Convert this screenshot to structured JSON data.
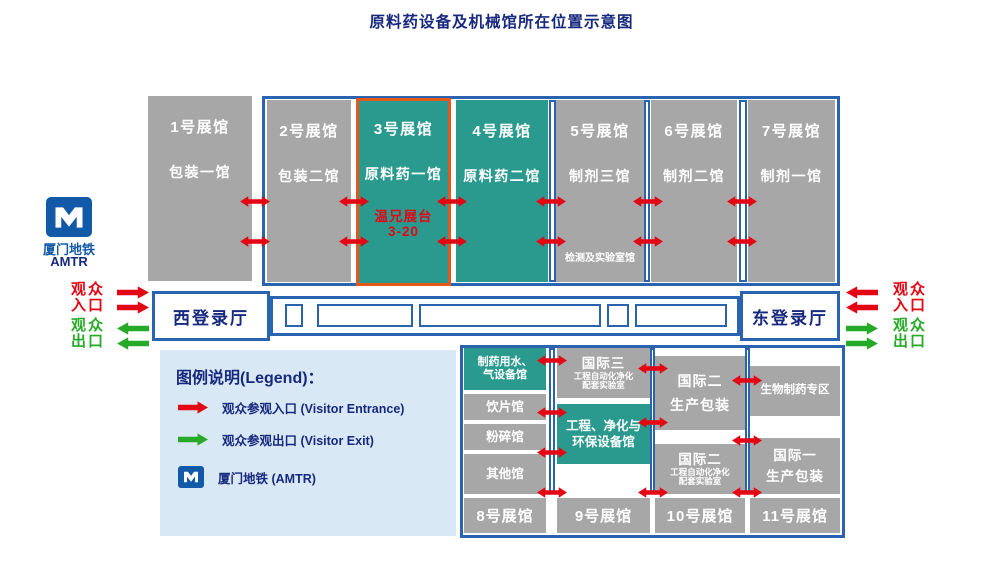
{
  "title": "原料药设备及机械馆所在位置示意图",
  "top_halls": {
    "hall1": {
      "name": "1号展馆",
      "subtitle": "包装一馆"
    },
    "hall2": {
      "name": "2号展馆",
      "subtitle": "包装二馆"
    },
    "hall3": {
      "name": "3号展馆",
      "subtitle": "原料药一馆",
      "booth_line1": "温兄展台",
      "booth_line2": "3-20"
    },
    "hall4": {
      "name": "4号展馆",
      "subtitle": "原料药二馆"
    },
    "hall5": {
      "name": "5号展馆",
      "subtitle": "制剂三馆",
      "note": "检测及实验室馆"
    },
    "hall6": {
      "name": "6号展馆",
      "subtitle": "制剂二馆"
    },
    "hall7": {
      "name": "7号展馆",
      "subtitle": "制剂一馆"
    }
  },
  "registration": {
    "west": "西登录厅",
    "east": "东登录厅"
  },
  "gates": {
    "entrance_line1": "观众",
    "entrance_line2": "入口",
    "exit_line1": "观众",
    "exit_line2": "出口"
  },
  "metro": {
    "name": "厦门地铁",
    "abbr": "AMTR"
  },
  "legend": {
    "title": "图例说明(Legend)：",
    "entrance_label": "观众参观入口 (Visitor Entrance)",
    "exit_label": "观众参观出口 (Visitor Exit)",
    "metro_label": "厦门地铁 (AMTR)"
  },
  "bottom_halls": {
    "hall8": {
      "label": "8号展馆",
      "s1_line1": "制药用水、",
      "s1_line2": "气设备馆",
      "s2": "饮片馆",
      "s3": "粉碎馆",
      "s4": "其他馆"
    },
    "hall9": {
      "label": "9号展馆",
      "s1_title": "国际三",
      "s1_sub1": "工程自动化净化",
      "s1_sub2": "配套实验室",
      "s2_line1": "工程、净化与",
      "s2_line2": "环保设备馆"
    },
    "hall10": {
      "label": "10号展馆",
      "s1_line1": "国际二",
      "s1_line2": "生产包装",
      "s2_title": "国际二",
      "s2_sub1": "工程自动化净化",
      "s2_sub2": "配套实验室"
    },
    "hall11": {
      "label": "11号展馆",
      "s1": "生物制药专区",
      "s2_line1": "国际一",
      "s2_line2": "生产包装"
    }
  },
  "colors": {
    "navy": "#17297e",
    "blue": "#2a63b0",
    "gray_hall": "#a7a7a7",
    "teal_hall": "#2b9a8e",
    "orange": "#e2591b",
    "red": "#e30613",
    "green": "#27aa27",
    "legend_bg": "#d9e8f5",
    "metro_blue": "#1259a8"
  }
}
